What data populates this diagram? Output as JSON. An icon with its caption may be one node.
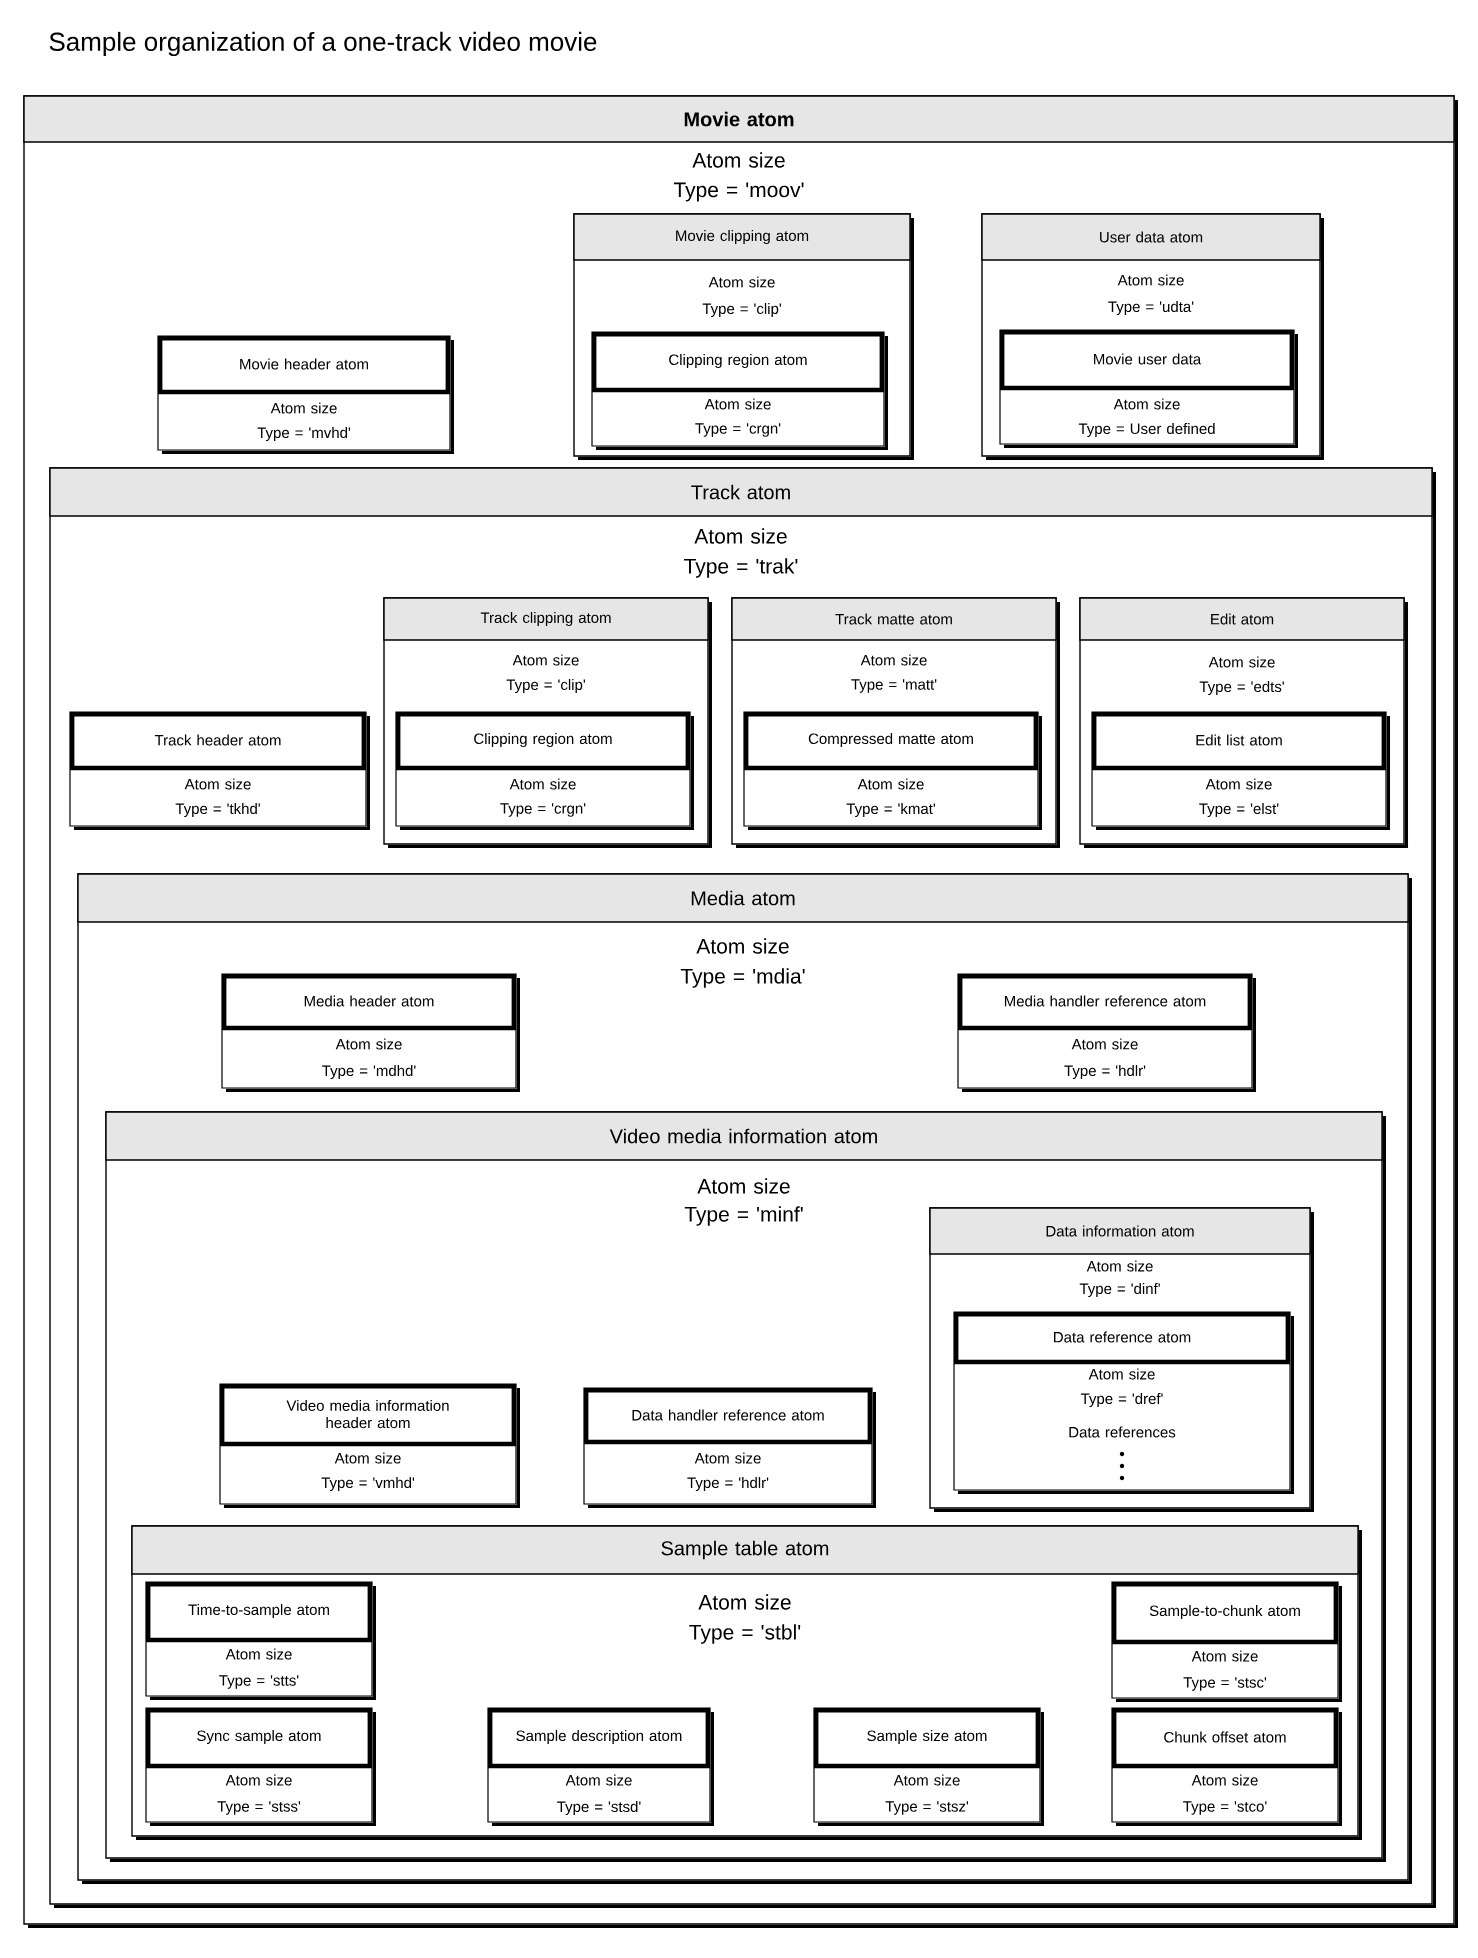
{
  "diagram": {
    "title": "Sample organization of a one-track video movie",
    "nodes": [
      {
        "text": [
          "Movie atom",
          "Atom size",
          "Type = 'moov'"
        ]
      },
      {
        "text": [
          "Movie header atom",
          "Atom size",
          "Type = 'mvhd'"
        ],
        "in": 0
      },
      {
        "text": [
          "Movie clipping atom",
          "Atom size",
          "Type = 'clip'"
        ],
        "in": 0
      },
      {
        "text": [
          "Clipping region atom",
          "Atom size",
          "Type = 'crgn'"
        ],
        "in": 2
      },
      {
        "text": [
          "User data atom",
          "Atom size",
          "Type = 'udta'"
        ],
        "in": 0
      },
      {
        "text": [
          "Movie user data",
          "Atom size",
          "Type = User defined"
        ],
        "in": 4
      },
      {
        "text": [
          "Track atom",
          "Atom size",
          "Type = 'trak'"
        ],
        "in": 0
      },
      {
        "text": [
          "Track header atom",
          "Atom size",
          "Type = 'tkhd'"
        ],
        "in": 6
      },
      {
        "text": [
          "Track clipping atom",
          "Atom size",
          "Type = 'clip'"
        ],
        "in": 6
      },
      {
        "text": [
          "Clipping region atom",
          "Atom size",
          "Type = 'crgn'"
        ],
        "in": 8
      },
      {
        "text": [
          "Track matte atom",
          "Atom size",
          "Type = 'matt'"
        ],
        "in": 6
      },
      {
        "text": [
          "Compressed matte atom",
          "Atom size",
          "Type = 'kmat'"
        ],
        "in": 10
      },
      {
        "text": [
          "Edit atom",
          "Atom size",
          "Type = 'edts'"
        ],
        "in": 6
      },
      {
        "text": [
          "Edit list atom",
          "Atom size",
          "Type = 'elst'"
        ],
        "in": 12
      },
      {
        "text": [
          "Media atom",
          "Atom size",
          "Type = 'mdia'"
        ],
        "in": 6
      },
      {
        "text": [
          "Media header atom",
          "Atom size",
          "Type = 'mdhd'"
        ],
        "in": 14
      },
      {
        "text": [
          "Media handler reference atom",
          "Atom size",
          "Type = 'hdlr'"
        ],
        "in": 14
      },
      {
        "text": [
          "Video media information atom",
          "Atom size",
          "Type = 'minf'"
        ],
        "in": 14
      },
      {
        "text": [
          "Video media information header atom",
          "Atom size",
          "Type = 'vmhd'"
        ],
        "in": 17
      },
      {
        "text": [
          "Data handler reference atom",
          "Atom size",
          "Type = 'hdlr'"
        ],
        "in": 17
      },
      {
        "text": [
          "Data information atom",
          "Atom size",
          "Type = 'dinf'"
        ],
        "in": 17
      },
      {
        "text": [
          "Data reference atom",
          "Atom size",
          "Type = 'dref'",
          "Data references"
        ],
        "in": 20
      },
      {
        "text": [
          "Sample table atom",
          "Atom size",
          "Type = 'stbl'"
        ],
        "in": 17
      },
      {
        "text": [
          "Time-to-sample atom",
          "Atom size",
          "Type = 'stts'"
        ],
        "in": 22
      },
      {
        "text": [
          "Sample-to-chunk atom",
          "Atom size",
          "Type = 'stsc'"
        ],
        "in": 22
      },
      {
        "text": [
          "Sync sample atom",
          "Atom size",
          "Type = 'stss'"
        ],
        "in": 22
      },
      {
        "text": [
          "Sample description atom",
          "Atom size",
          "Type = 'stsd'"
        ],
        "in": 22
      },
      {
        "text": [
          "Sample size atom",
          "Atom size",
          "Type = 'stsz'"
        ],
        "in": 22
      },
      {
        "text": [
          "Chunk offset atom",
          "Atom size",
          "Type = 'stco'"
        ],
        "in": 22
      }
    ]
  }
}
